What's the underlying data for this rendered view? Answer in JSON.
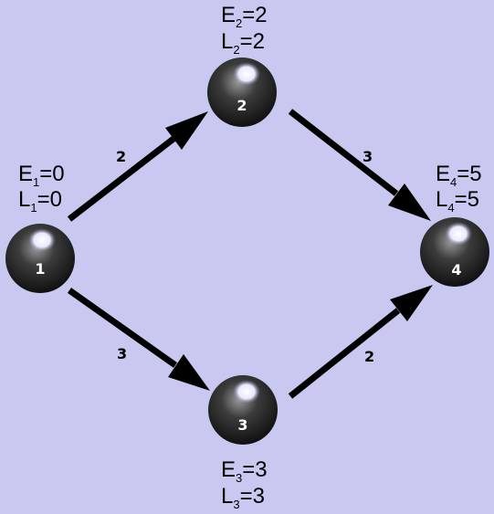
{
  "colors": {
    "background": "#c8c8f0",
    "node": "#1a1a1a",
    "arrow": "#000000",
    "node_text": "#ffffff"
  },
  "nodes": [
    {
      "id": "1",
      "label": "1",
      "E": {
        "name": "E",
        "sub": "1",
        "value": "=0"
      },
      "L": {
        "name": "L",
        "sub": "1",
        "value": "=0"
      }
    },
    {
      "id": "2",
      "label": "2",
      "E": {
        "name": "E",
        "sub": "2",
        "value": "=2"
      },
      "L": {
        "name": "L",
        "sub": "2",
        "value": "=2"
      }
    },
    {
      "id": "3",
      "label": "3",
      "E": {
        "name": "E",
        "sub": "3",
        "value": "=3"
      },
      "L": {
        "name": "L",
        "sub": "3",
        "value": "=3"
      }
    },
    {
      "id": "4",
      "label": "4",
      "E": {
        "name": "E",
        "sub": "4",
        "value": "=5"
      },
      "L": {
        "name": "L",
        "sub": "4",
        "value": "=5"
      }
    }
  ],
  "edges": [
    {
      "from": "1",
      "to": "2",
      "weight": "2"
    },
    {
      "from": "1",
      "to": "3",
      "weight": "3"
    },
    {
      "from": "2",
      "to": "4",
      "weight": "3"
    },
    {
      "from": "3",
      "to": "4",
      "weight": "2"
    }
  ]
}
